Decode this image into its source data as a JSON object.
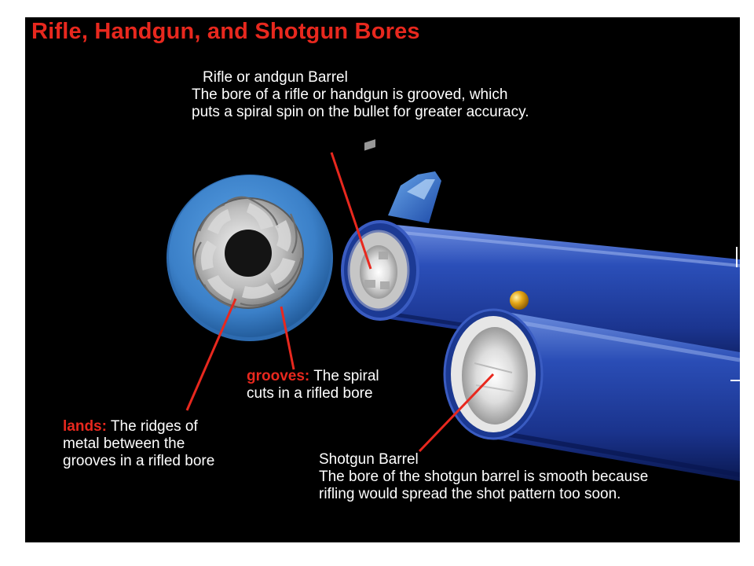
{
  "title": "Rifle, Handgun, and Shotgun Bores",
  "callouts": {
    "rifle_barrel": {
      "header": "Rifle or  andgun Barrel",
      "text": "The bore of a rifle or handgun is grooved, which puts a spiral spin on the bullet for greater accuracy."
    },
    "shotgun_barrel": {
      "header": "Shotgun Barrel",
      "text": "The bore of the shotgun barrel is smooth because rifling would spread the shot pattern too soon."
    },
    "grooves": {
      "term": "grooves:",
      "text": "The spiral cuts in a rifled bore"
    },
    "lands": {
      "term": "lands:",
      "text": "The ridges of metal between the grooves in a rifled bore"
    }
  },
  "colors": {
    "background": "#000000",
    "title_red": "#e8281e",
    "leader_red": "#e8281e",
    "barrel_blue": "#1f3f9e",
    "disc_blue": "#3f86cf",
    "bead_gold": "#e5a718"
  }
}
